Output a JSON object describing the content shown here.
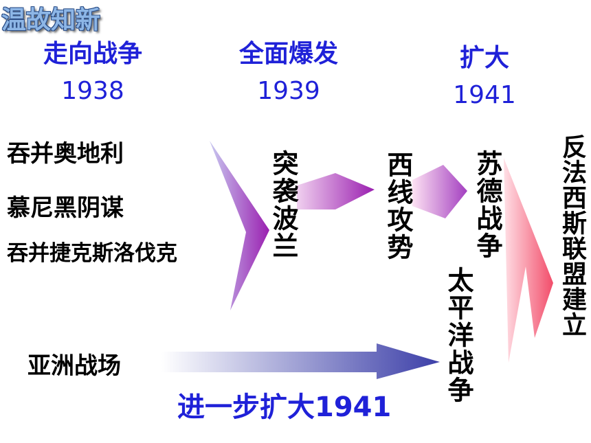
{
  "title": "温故知新",
  "stages": [
    {
      "label": "走向战争",
      "year": "1938"
    },
    {
      "label": "全面爆发",
      "year": "1939"
    },
    {
      "label": "扩大",
      "year": "1941"
    }
  ],
  "europe_events": [
    "吞并奥地利",
    "慕尼黑阴谋",
    "吞并捷克斯洛伐克"
  ],
  "milestones": {
    "poland": "突袭波兰",
    "west": "西线攻势",
    "soviet": "苏德战争",
    "pacific": "太平洋战争",
    "alliance": "反法西斯联盟建立"
  },
  "asia": {
    "label": "亚洲战场",
    "progress": "进一步扩大1941"
  },
  "colors": {
    "stage_blue": "#1f21d8",
    "arrow_purple": "#9a1fb0",
    "arrow_red": "#f24d6a",
    "arrow_navy": "#3c3fa8"
  }
}
